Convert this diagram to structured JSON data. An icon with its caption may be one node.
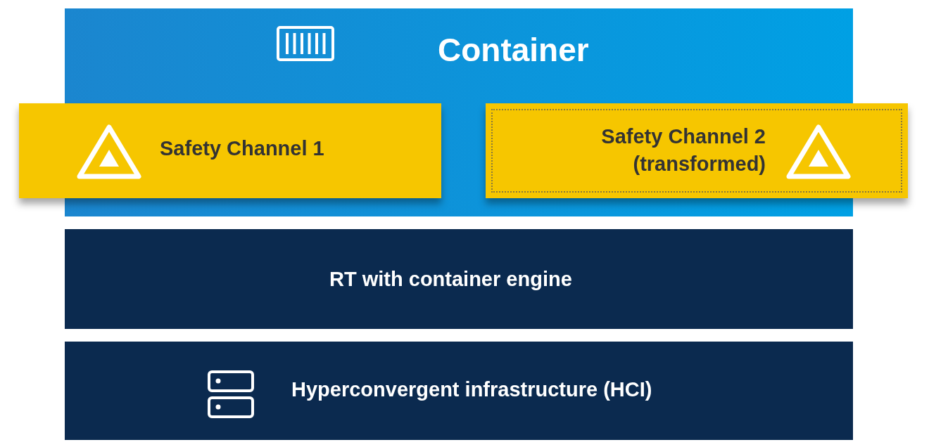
{
  "diagram": {
    "nodes": [
      {
        "text": [
          "Container"
        ]
      },
      {
        "text": [
          "Safety Channel 1"
        ]
      },
      {
        "text": [
          "Safety Channel 2 (transformed)"
        ]
      },
      {
        "text": [
          "RT with container engine"
        ]
      },
      {
        "text": [
          "Hyperconvergent infrastructure (HCI)"
        ]
      }
    ]
  }
}
